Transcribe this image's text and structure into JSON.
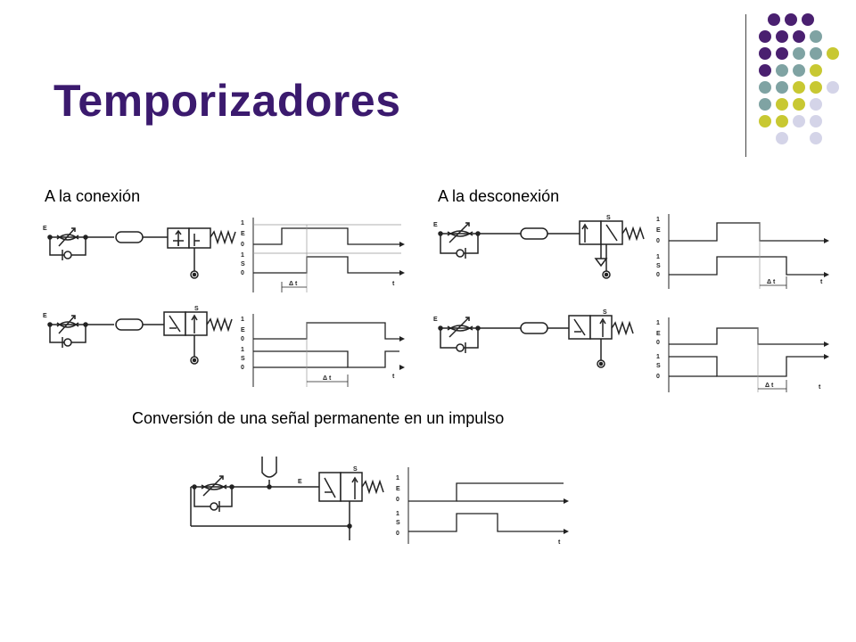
{
  "slide": {
    "title": "Temporizadores",
    "label_connection": "A la conexión",
    "label_disconnection": "A la desconexión",
    "label_conversion": "Conversión de una señal permanente en un impulso"
  },
  "diagram_text": {
    "E": "E",
    "S": "S",
    "one": "1",
    "zero": "0",
    "t": "t",
    "delta_t": "Δ t"
  },
  "colors": {
    "title": "#3b1a6e",
    "dot_purple": "#4a2070",
    "dot_teal": "#7fa3a3",
    "dot_yellow": "#c8c832",
    "dot_lavender": "#d4d4e8"
  }
}
